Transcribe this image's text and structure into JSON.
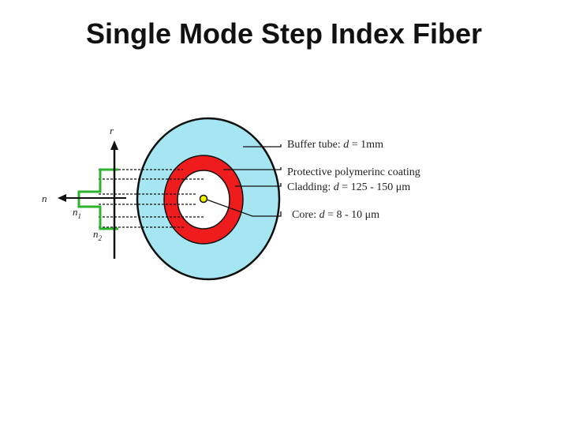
{
  "title": "Single Mode Step Index Fiber",
  "colors": {
    "buffer_tube": "#a6e6f2",
    "coating": "#ee1c1c",
    "cladding": "#ffffff",
    "core": "#f2f200",
    "profile": "#2eb32e",
    "outline": "#111111"
  },
  "axes": {
    "r": "r",
    "n": "n",
    "n1": "n",
    "n1_sub": "1",
    "n2": "n",
    "n2_sub": "2"
  },
  "labels": {
    "buffer_tube": {
      "prefix": "Buffer tube: ",
      "var": "d",
      "value": " = 1mm"
    },
    "coating": {
      "text": "Protective polymerinc coating"
    },
    "cladding": {
      "prefix": "Cladding: ",
      "var": "d",
      "value": " = 125 - 150 μm"
    },
    "core": {
      "prefix": "Core: ",
      "var": "d",
      "value": " =  8 - 10 μm"
    }
  }
}
